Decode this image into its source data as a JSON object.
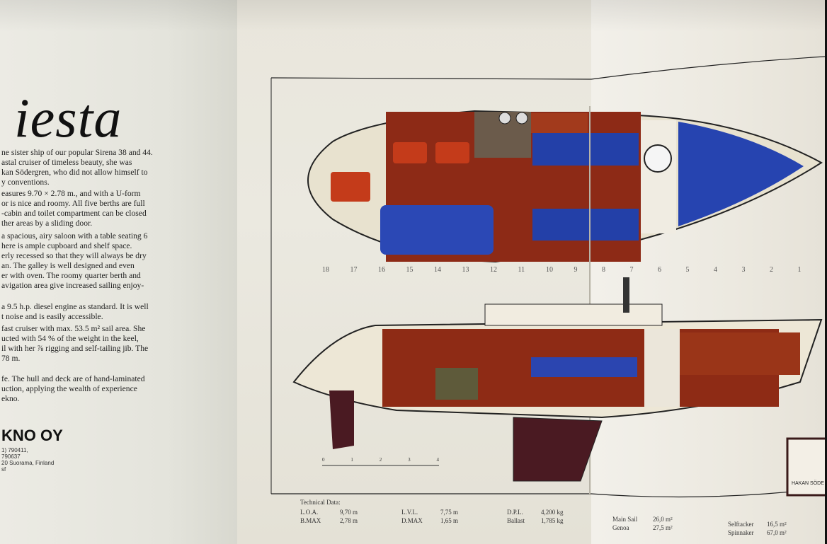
{
  "left": {
    "title": "iesta",
    "paragraphs": [
      [
        "ne sister ship of our popular Sirena 38 and 44.",
        "astal cruiser of timeless beauty, she was",
        "kan Södergren, who did not allow himself to",
        "y conventions."
      ],
      [
        "easures 9.70 × 2.78 m., and with a U-form",
        "or is nice and roomy. All five berths are full",
        "-cabin and toilet compartment can be closed",
        "ther areas by a sliding door."
      ],
      [
        "a spacious, airy saloon with a table seating 6",
        "here is ample cupboard and shelf space.",
        "erly recessed so that they will always be dry",
        "an. The galley is well designed and even",
        "er with oven. The roomy quarter berth and",
        "avigation area give increased sailing enjoy-"
      ],
      [
        "a 9.5 h.p. diesel engine as standard. It is well",
        "t noise and is easily accessible."
      ],
      [
        "fast cruiser with max. 53.5 m² sail area. She",
        "ucted with 54 % of the weight in the keel,",
        "il with her ⅞ rigging and self-tailing jib. The",
        "78 m."
      ],
      [
        "fe. The hull and deck are of hand-laminated",
        "uction, applying the wealth of experience",
        "ekno."
      ]
    ],
    "brand": "KNO OY",
    "address": [
      "1) 790411,",
      "790637",
      "20 Suorama, Finland",
      "sf"
    ]
  },
  "plan": {
    "stations": [
      "18",
      "17",
      "16",
      "15",
      "14",
      "13",
      "12",
      "11",
      "10",
      "9",
      "8",
      "7",
      "6",
      "5",
      "4",
      "3",
      "2",
      "1"
    ],
    "scale": [
      "0",
      "1",
      "2",
      "3",
      "4"
    ]
  },
  "technical": {
    "heading": "Technical Data:",
    "rows": [
      {
        "label": "L.O.A.",
        "value": "9,70 m"
      },
      {
        "label": "B.MAX",
        "value": "2,78 m"
      },
      {
        "label": "L.V.L.",
        "value": "7,75 m"
      },
      {
        "label": "D.MAX",
        "value": "1,65 m"
      },
      {
        "label": "D.P.L.",
        "value": "4,200 kg"
      },
      {
        "label": "Ballast",
        "value": "1,785 kg"
      },
      {
        "label": "Main Sail",
        "value": "26,0 m²"
      },
      {
        "label": "Genoa",
        "value": "27,5 m²"
      },
      {
        "label": "Selftacker",
        "value": "16,5 m²"
      },
      {
        "label": "Spinnaker",
        "value": "67,0 m²"
      }
    ]
  },
  "titleblock": {
    "designer": "HAKAN SÖDE"
  }
}
